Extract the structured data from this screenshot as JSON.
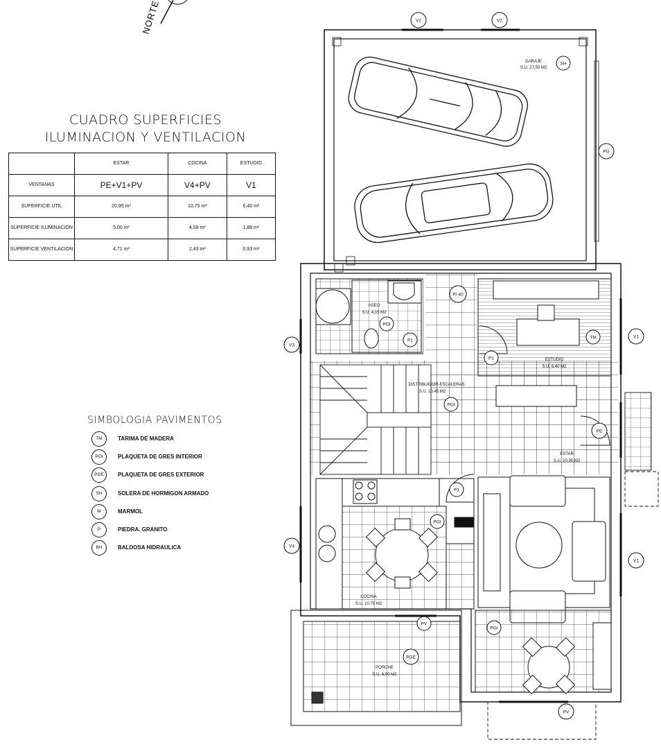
{
  "north_label": "NORTE",
  "cuadro": {
    "title_line1": "CUADRO SUPERFICIES",
    "title_line2": "ILUMINACION Y VENTILACION",
    "headers": [
      "",
      "ESTAR",
      "COCINA",
      "ESTUDIO"
    ],
    "rows": [
      {
        "label": "VENTANAS",
        "values": [
          "PE+V1+PV",
          "V4+PV",
          "V1"
        ]
      },
      {
        "label": "SUPERFICIE UTIL",
        "values": [
          "20,95 m²",
          "10,75 m²",
          "6,40 m²"
        ]
      },
      {
        "label": "SUPERFICIE ILUMINACION",
        "values": [
          "5,00 m²",
          "4,58 m²",
          "1,88 m²"
        ]
      },
      {
        "label": "SUPERFICIE VENTILACION",
        "values": [
          "4,71 m²",
          "2,43 m²",
          "0,93 m²"
        ]
      }
    ]
  },
  "simbologia": {
    "title": "SIMBOLOGIA PAVIMENTOS",
    "items": [
      {
        "code": "TM",
        "label": "TARIMA DE MADERA"
      },
      {
        "code": "PGI",
        "label": "PLAQUETA DE GRES INTERIOR"
      },
      {
        "code": "PGE",
        "label": "PLAQUETA DE GRES EXTERIOR"
      },
      {
        "code": "SH",
        "label": "SOLERA DE HORMIGON ARMADO"
      },
      {
        "code": "M",
        "label": "MARMOL"
      },
      {
        "code": "P",
        "label": "PIEDRA. GRANITO"
      },
      {
        "code": "BH",
        "label": "BALDOSA HIDRAULICA"
      }
    ]
  },
  "rooms": {
    "garaje": {
      "name": "GARAJE",
      "area": "S.U. 27,50 M2"
    },
    "aseo": {
      "name": "ASEO",
      "area": "S.U. 4,15 M2"
    },
    "estudio": {
      "name": "ESTUDIO",
      "area": "S.U. 6,40 M2"
    },
    "distribuidor": {
      "name": "DISTRIBUIDOR-ESCALERAS",
      "area": "S.U. 10,45 M2"
    },
    "estar": {
      "name": "ESTAR",
      "area": "S.U. 20,95 M2"
    },
    "cocina": {
      "name": "COCINA",
      "area": "S.U. 10,75 M2"
    },
    "porche": {
      "name": "PORCHE",
      "area": "S.U. 6,90 M2"
    }
  },
  "tags": {
    "v2a": "V2",
    "v2b": "V2",
    "sh": "SH",
    "pg": "PG",
    "pm40": "P/-40",
    "pgi_aseo": "PGI",
    "p1_aseo": "P1",
    "p1_estudio": "P1",
    "tm": "TM",
    "v1_estudio": "V1",
    "v3": "V3",
    "pgi_dist": "PGI",
    "pe": "PE",
    "p1_cocina": "P1",
    "pgi_cocina": "PGI",
    "v4": "V4",
    "v1_estar": "V1",
    "pv_cocina": "PV",
    "pgi_porche": "PGI",
    "pge": "PGE",
    "pv_estar": "PV"
  }
}
